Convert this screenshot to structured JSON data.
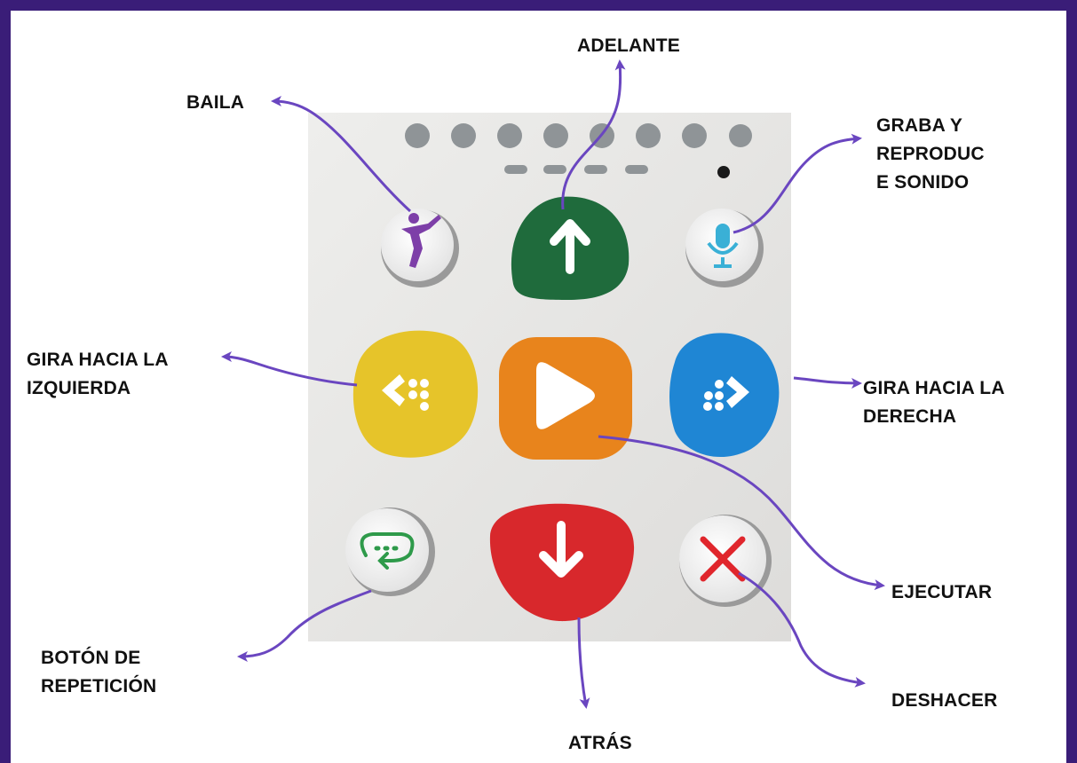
{
  "labels": {
    "adelante": "ADELANTE",
    "baila": "BAILA",
    "graba_1": "GRABA Y",
    "graba_2": "REPRODUC",
    "graba_3": "E SONIDO",
    "izq_1": "GIRA HACIA LA",
    "izq_2": "IZQUIERDA",
    "der_1": "GIRA HACIA LA",
    "der_2": "DERECHA",
    "ejecutar": "EJECUTAR",
    "repeticion_1": "BOTÓN DE",
    "repeticion_2": "REPETICIÓN",
    "atras": "ATRÁS",
    "deshacer": "DESHACER"
  },
  "colors": {
    "frame": "#3a1d78",
    "arrow": "#6a46c0",
    "panel": "#e9e8e6",
    "forward_button": "#1f6b3c",
    "left_button": "#e6c42a",
    "play_button": "#e8841c",
    "right_button": "#1f86d4",
    "back_button": "#d8282c",
    "dance_icon": "#7d3fa8",
    "mic_icon": "#3ab0d6",
    "repeat_icon": "#2e9a4a",
    "undo_icon": "#e0262c"
  },
  "icons": {
    "dance": "ballerina-icon",
    "forward": "arrow-up-icon",
    "mic": "microphone-icon",
    "left": "turn-left-icon",
    "play": "play-icon",
    "right": "turn-right-icon",
    "repeat": "repeat-icon",
    "back": "arrow-down-icon",
    "undo": "x-icon"
  }
}
